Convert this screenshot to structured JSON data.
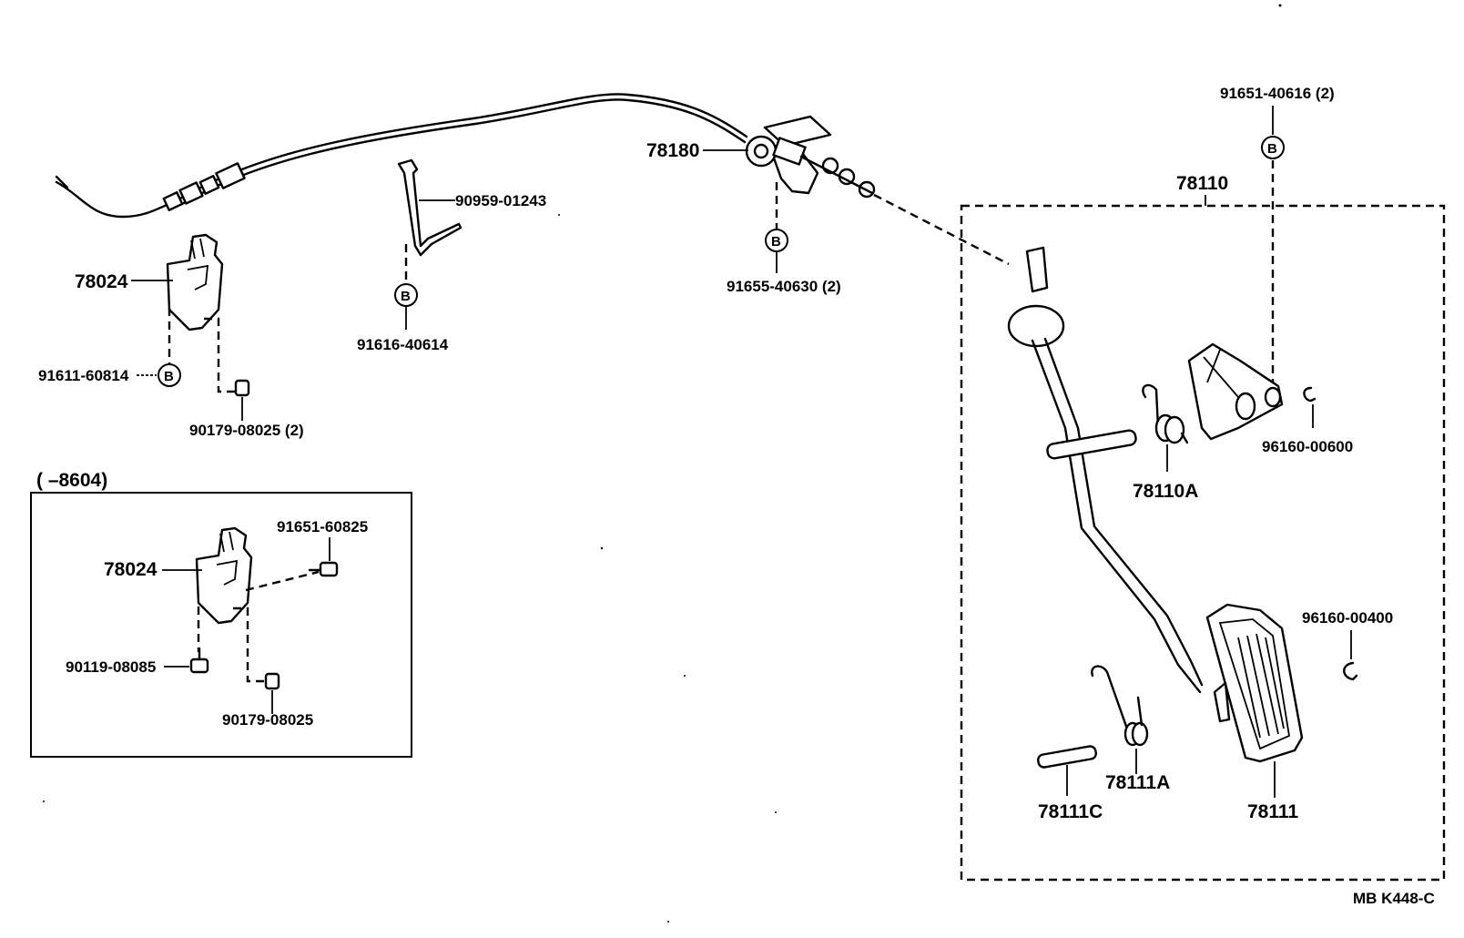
{
  "labels": {
    "cable_assy": "78180",
    "clamp": "90959-01243",
    "bolt_cable_bracket": "91655-40630 (2)",
    "bolt_clamp": "91616-40614",
    "bracket_top": "78024",
    "bolt_bracket_top": "91611-60814",
    "nut_bracket_top": "90179-08025 (2)",
    "inset_range": "(        –8604)",
    "inset_bracket": "78024",
    "inset_bolt_upper": "91651-60825",
    "inset_bolt_lower": "90119-08085",
    "inset_nut": "90179-08025",
    "pedal_assy": "78110",
    "bolt_pedal_bracket": "91651-40616 (2)",
    "spring_upper": "78110A",
    "clip_upper": "96160-00600",
    "clip_lower": "96160-00400",
    "pedal_pad": "78111",
    "spring_lower": "78111A",
    "pin_lower": "78111C",
    "diagram_code": "MB  K448-C"
  },
  "b_marker": "B"
}
